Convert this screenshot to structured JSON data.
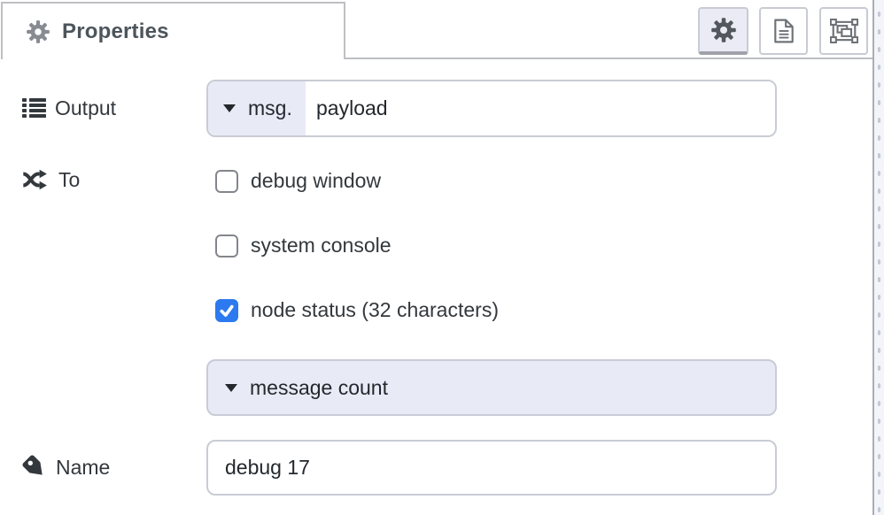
{
  "panel": {
    "title": "Properties"
  },
  "toolbar": {
    "properties_button": {
      "icon": "gear-icon",
      "active": true
    },
    "description_button": {
      "icon": "document-icon",
      "active": false
    },
    "appearance_button": {
      "icon": "appearance-icon",
      "active": false
    }
  },
  "form": {
    "output": {
      "label": "Output",
      "prefix": "msg.",
      "value": "payload"
    },
    "to": {
      "label": "To",
      "options": [
        {
          "label": "debug window",
          "checked": false
        },
        {
          "label": "system console",
          "checked": false
        },
        {
          "label": "node status (32 characters)",
          "checked": true
        }
      ]
    },
    "status_dropdown": {
      "value": "message count"
    },
    "name": {
      "label": "Name",
      "value": "debug 17"
    }
  },
  "colors": {
    "checkbox_checked": "#2d7af0",
    "field_accent_bg": "#e8eaf6",
    "field_border": "#c9ccd4",
    "tab_border": "#bdbfc3",
    "title_text": "#4d555c",
    "label_text": "#33383d"
  }
}
